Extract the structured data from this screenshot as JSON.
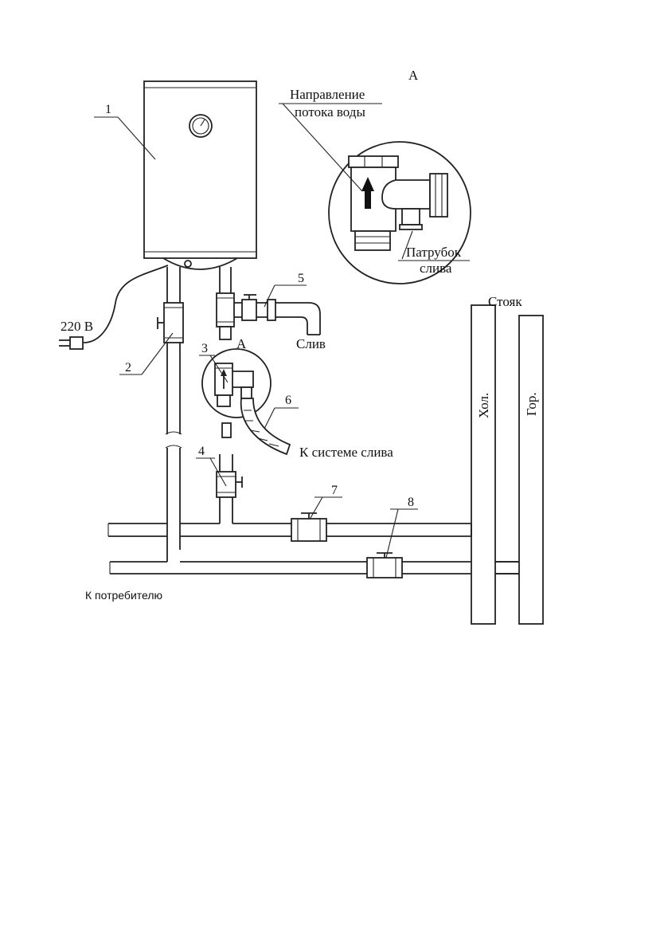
{
  "labels": {
    "power": "220 В",
    "drain": "Слив",
    "to_drain_system": "К системе слива",
    "to_consumer": "К потребителю",
    "riser": "Стояк",
    "cold": "Хол.",
    "hot": "Гор.",
    "view_a": "А",
    "view_a_small": "А",
    "flow_direction_line1": "Направление",
    "flow_direction_line2": "потока воды",
    "drain_nozzle_line1": "Патрубок",
    "drain_nozzle_line2": "слива"
  },
  "callouts": {
    "n1": "1",
    "n2": "2",
    "n3": "3",
    "n4": "4",
    "n5": "5",
    "n6": "6",
    "n7": "7",
    "n8": "8"
  }
}
